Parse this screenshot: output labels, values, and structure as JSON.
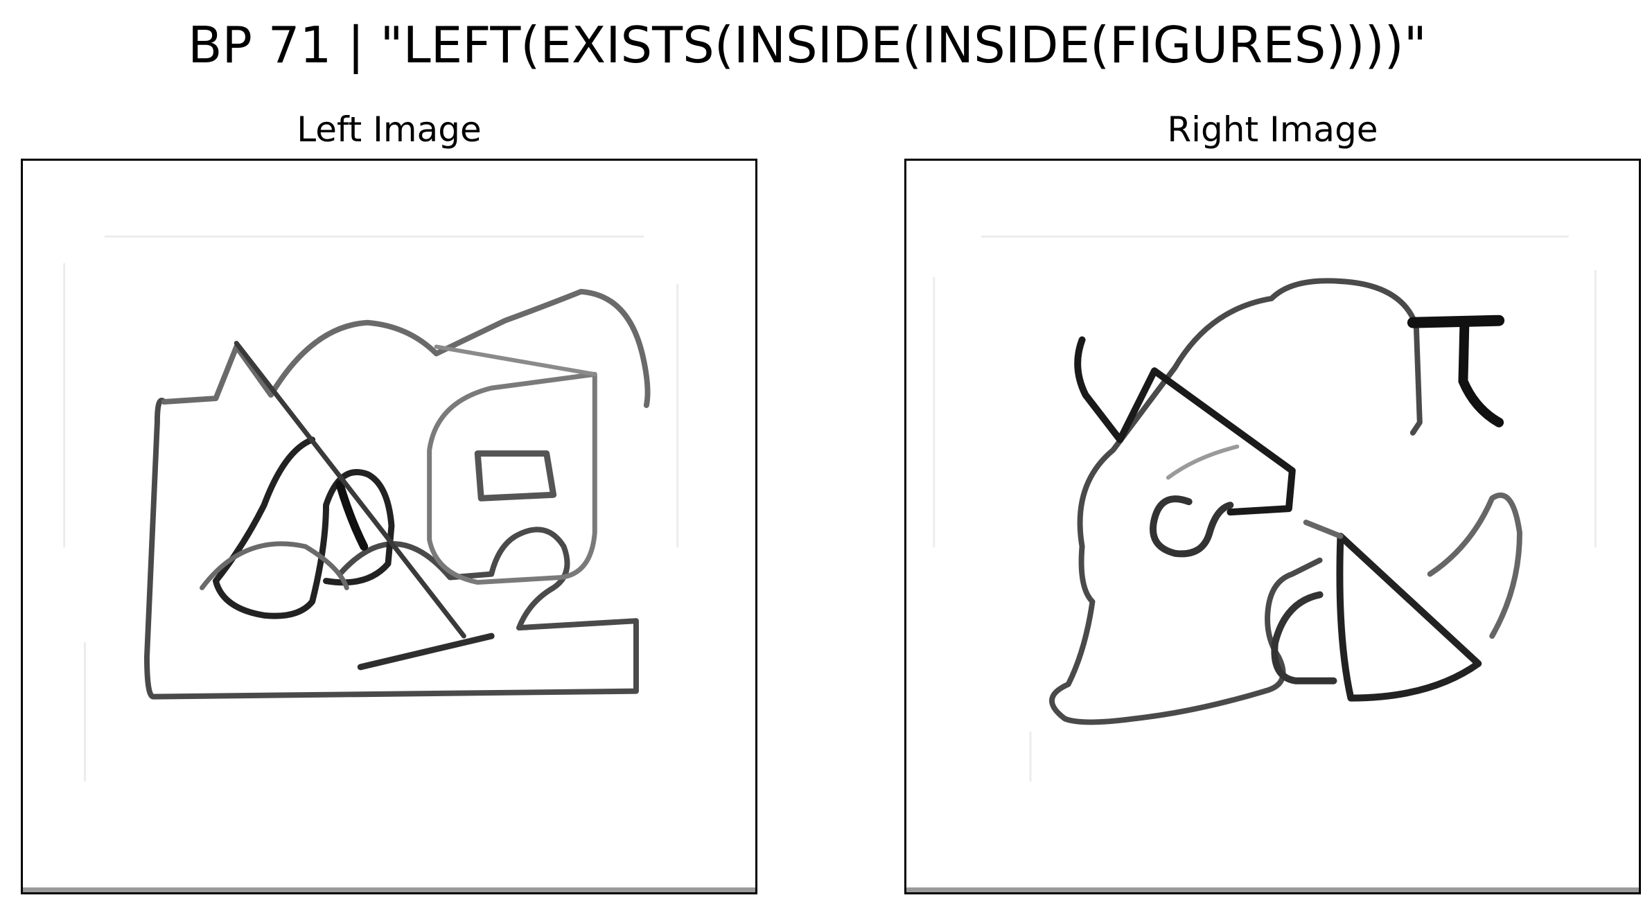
{
  "figure": {
    "title": "BP 71 | \"LEFT(EXISTS(INSIDE(INSIDE(FIGURES))))\""
  },
  "panels": {
    "left": {
      "title": "Left Image"
    },
    "right": {
      "title": "Right Image"
    }
  },
  "colors": {
    "ink": "#000000",
    "ink_soft": "#555555",
    "ink_faint": "#bdbdbd",
    "background": "#ffffff"
  }
}
